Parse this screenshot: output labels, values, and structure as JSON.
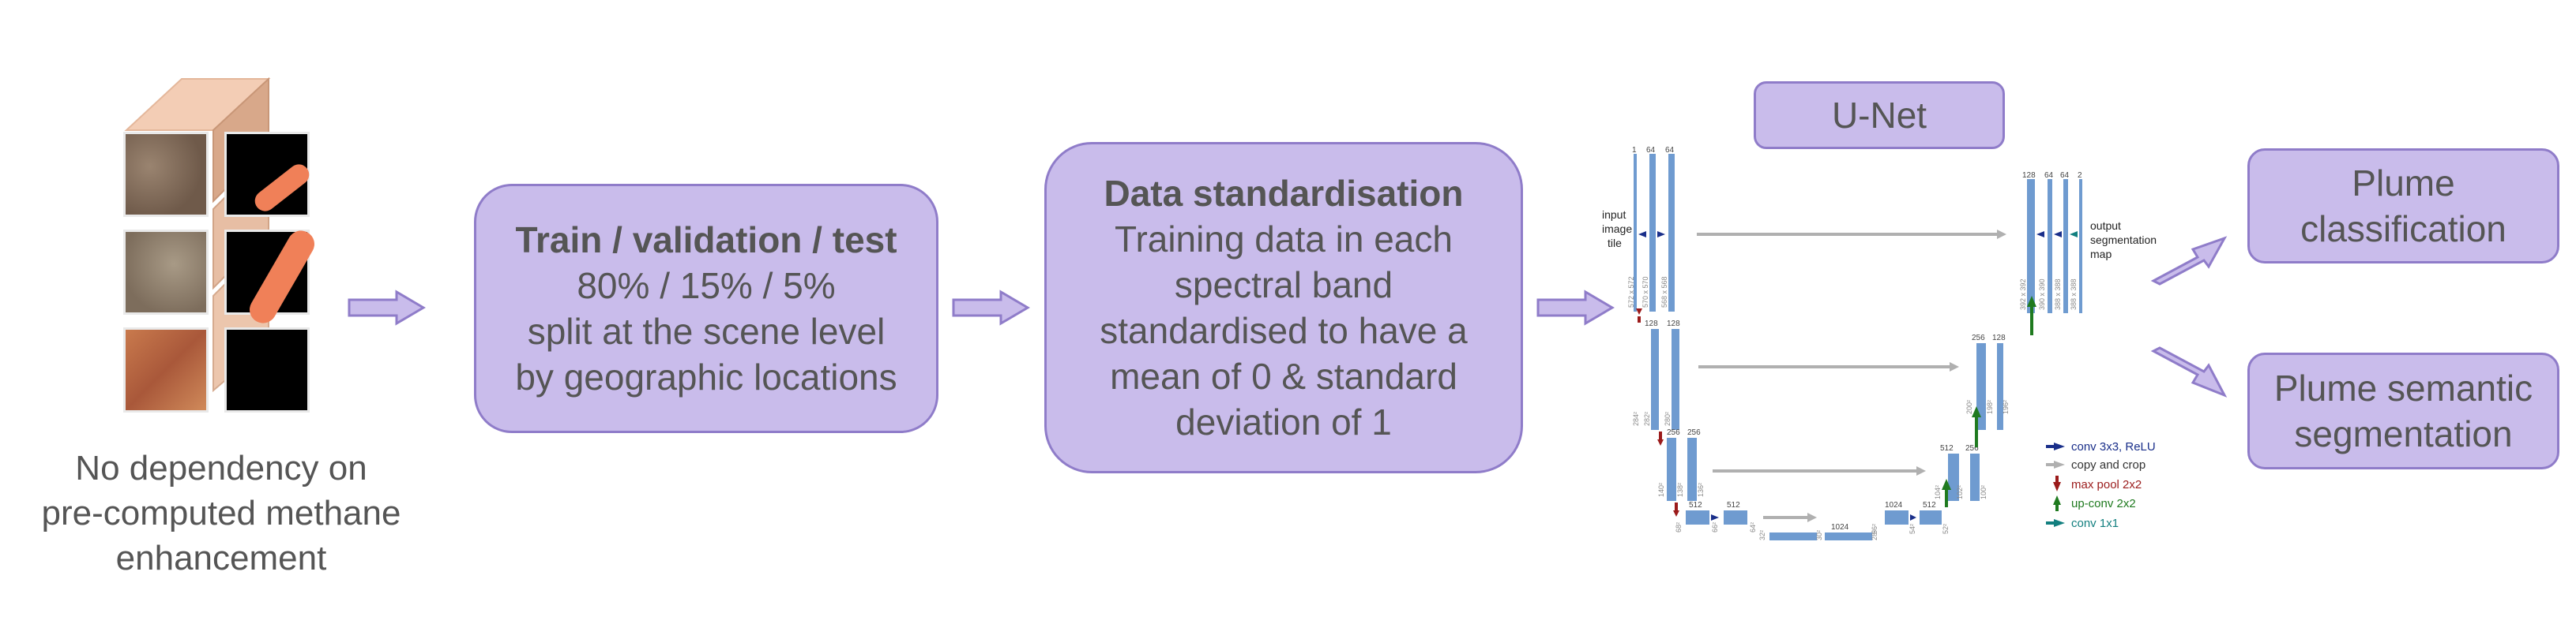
{
  "input_caption": {
    "line1": "No dependency on",
    "line2": "pre-computed methane",
    "line3": "enhancement"
  },
  "split_box": {
    "title": "Train / validation / test",
    "line1": "80% / 15% / 5%",
    "line2": "split at the scene level",
    "line3": "by geographic locations"
  },
  "standardisation_box": {
    "title": "Data standardisation",
    "line1": "Training data in each",
    "line2": "spectral band",
    "line3": "standardised to have a",
    "line4": "mean of 0 & standard",
    "line5": "deviation of 1"
  },
  "model_box": {
    "label": "U-Net"
  },
  "outputs": {
    "classification": {
      "line1": "Plume",
      "line2": "classification"
    },
    "segmentation": {
      "line1": "Plume semantic",
      "line2": "segmentation"
    }
  },
  "unet_diagram": {
    "input_label": {
      "line1": "input",
      "line2": "image",
      "line3": "tile"
    },
    "output_label": {
      "line1": "output",
      "line2": "segmentation",
      "line3": "map"
    },
    "legend": {
      "conv": "conv 3x3, ReLU",
      "copy": "copy and crop",
      "pool": "max pool 2x2",
      "upconv": "up-conv 2x2",
      "conv1x1": "conv 1x1"
    },
    "channel_labels": {
      "l1_enc": [
        "1",
        "64",
        "64"
      ],
      "l1_dec": [
        "128",
        "64",
        "64",
        "2"
      ],
      "l2_enc": [
        "128",
        "128"
      ],
      "l2_dec": [
        "256",
        "128"
      ],
      "l3_enc": [
        "256",
        "256"
      ],
      "l3_dec": [
        "512",
        "256"
      ],
      "l4_enc": [
        "512",
        "512"
      ],
      "l4_dec": [
        "1024",
        "512"
      ],
      "bottom": [
        "1024"
      ]
    },
    "size_labels": {
      "l1_in": [
        "572 x 572",
        "570 x 570",
        "568 x 568"
      ],
      "l1_out": [
        "392 x 392",
        "390 x 390",
        "388 x 388",
        "388 x 388"
      ],
      "l2_in": [
        "284²",
        "282²",
        "280²"
      ],
      "l2_out": [
        "200²",
        "198²",
        "196²"
      ],
      "l3_in": [
        "140²",
        "138²",
        "136²"
      ],
      "l3_out": [
        "104²",
        "102²",
        "100²"
      ],
      "l4_in": [
        "68²",
        "66²",
        "64²"
      ],
      "l4_out": [
        "56²",
        "54²",
        "52²"
      ],
      "l5": [
        "32²",
        "30²",
        "28²"
      ]
    },
    "colors": {
      "layer": "#6f9bd0",
      "conv": "#1a2f8a",
      "copy": "#b0b0b0",
      "pool": "#9b1b1b",
      "upconv": "#1f7a1f",
      "conv1x1": "#127f7f"
    }
  },
  "colors": {
    "box_fill": "#c9bceb",
    "box_border": "#8f7cc9",
    "text": "#555555"
  }
}
